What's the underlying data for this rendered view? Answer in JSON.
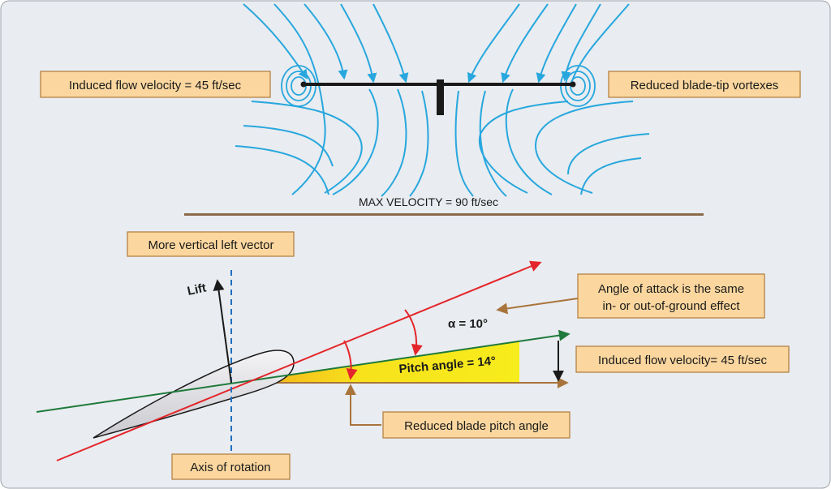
{
  "colors": {
    "background": "#e9ecf0",
    "box_fill": "#fbd79f",
    "box_border": "#b07a3a",
    "flow_lines": "#27a7de",
    "red_line": "#e3262b",
    "green_line": "#1f7a3b",
    "pointer": "#a8743b",
    "ground": "#8a6a4a",
    "pitch_fill": "#f7ec1c"
  },
  "labels": {
    "induced_flow_top": "Induced flow velocity = 45 ft/sec",
    "blade_tip_vortexes": "Reduced blade-tip vortexes",
    "max_velocity": "MAX VELOCITY = 90 ft/sec",
    "vertical_vector": "More vertical left vector",
    "lift": "Lift",
    "angle_of_attack_line1": "Angle of attack is the same",
    "angle_of_attack_line2": "in- or out-of-ground effect",
    "alpha": "α = 10°",
    "induced_flow_bottom": "Induced flow velocity= 45 ft/sec",
    "pitch_angle": "Pitch angle = 14°",
    "reduced_pitch": "Reduced blade pitch angle",
    "axis_of_rotation": "Axis of rotation"
  }
}
